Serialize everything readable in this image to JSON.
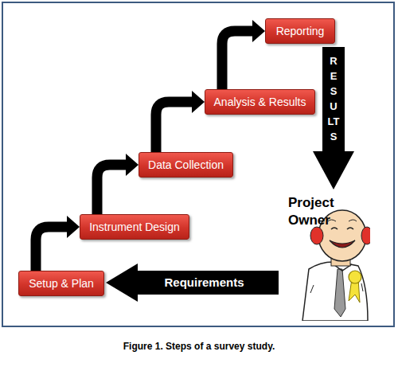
{
  "diagram": {
    "caption": "Figure 1. Steps of a survey study.",
    "nodes": [
      {
        "text": [
          "Setup & Plan"
        ]
      },
      {
        "text": [
          "Instrument Design"
        ]
      },
      {
        "text": [
          "Data Collection"
        ]
      },
      {
        "text": [
          "Analysis & Results"
        ]
      },
      {
        "text": [
          "Reporting"
        ]
      },
      {
        "text": [
          "Project Owner"
        ]
      }
    ],
    "edges": [
      {
        "from": 0,
        "to": 1,
        "arrow": "to"
      },
      {
        "from": 1,
        "to": 2,
        "arrow": "to"
      },
      {
        "from": 2,
        "to": 3,
        "arrow": "to"
      },
      {
        "from": 3,
        "to": 4,
        "arrow": "to"
      },
      {
        "from": 4,
        "to": 5,
        "label": "RESULTS",
        "arrow": "to"
      },
      {
        "from": 5,
        "to": 0,
        "label": "Requirements",
        "arrow": "to"
      }
    ]
  }
}
